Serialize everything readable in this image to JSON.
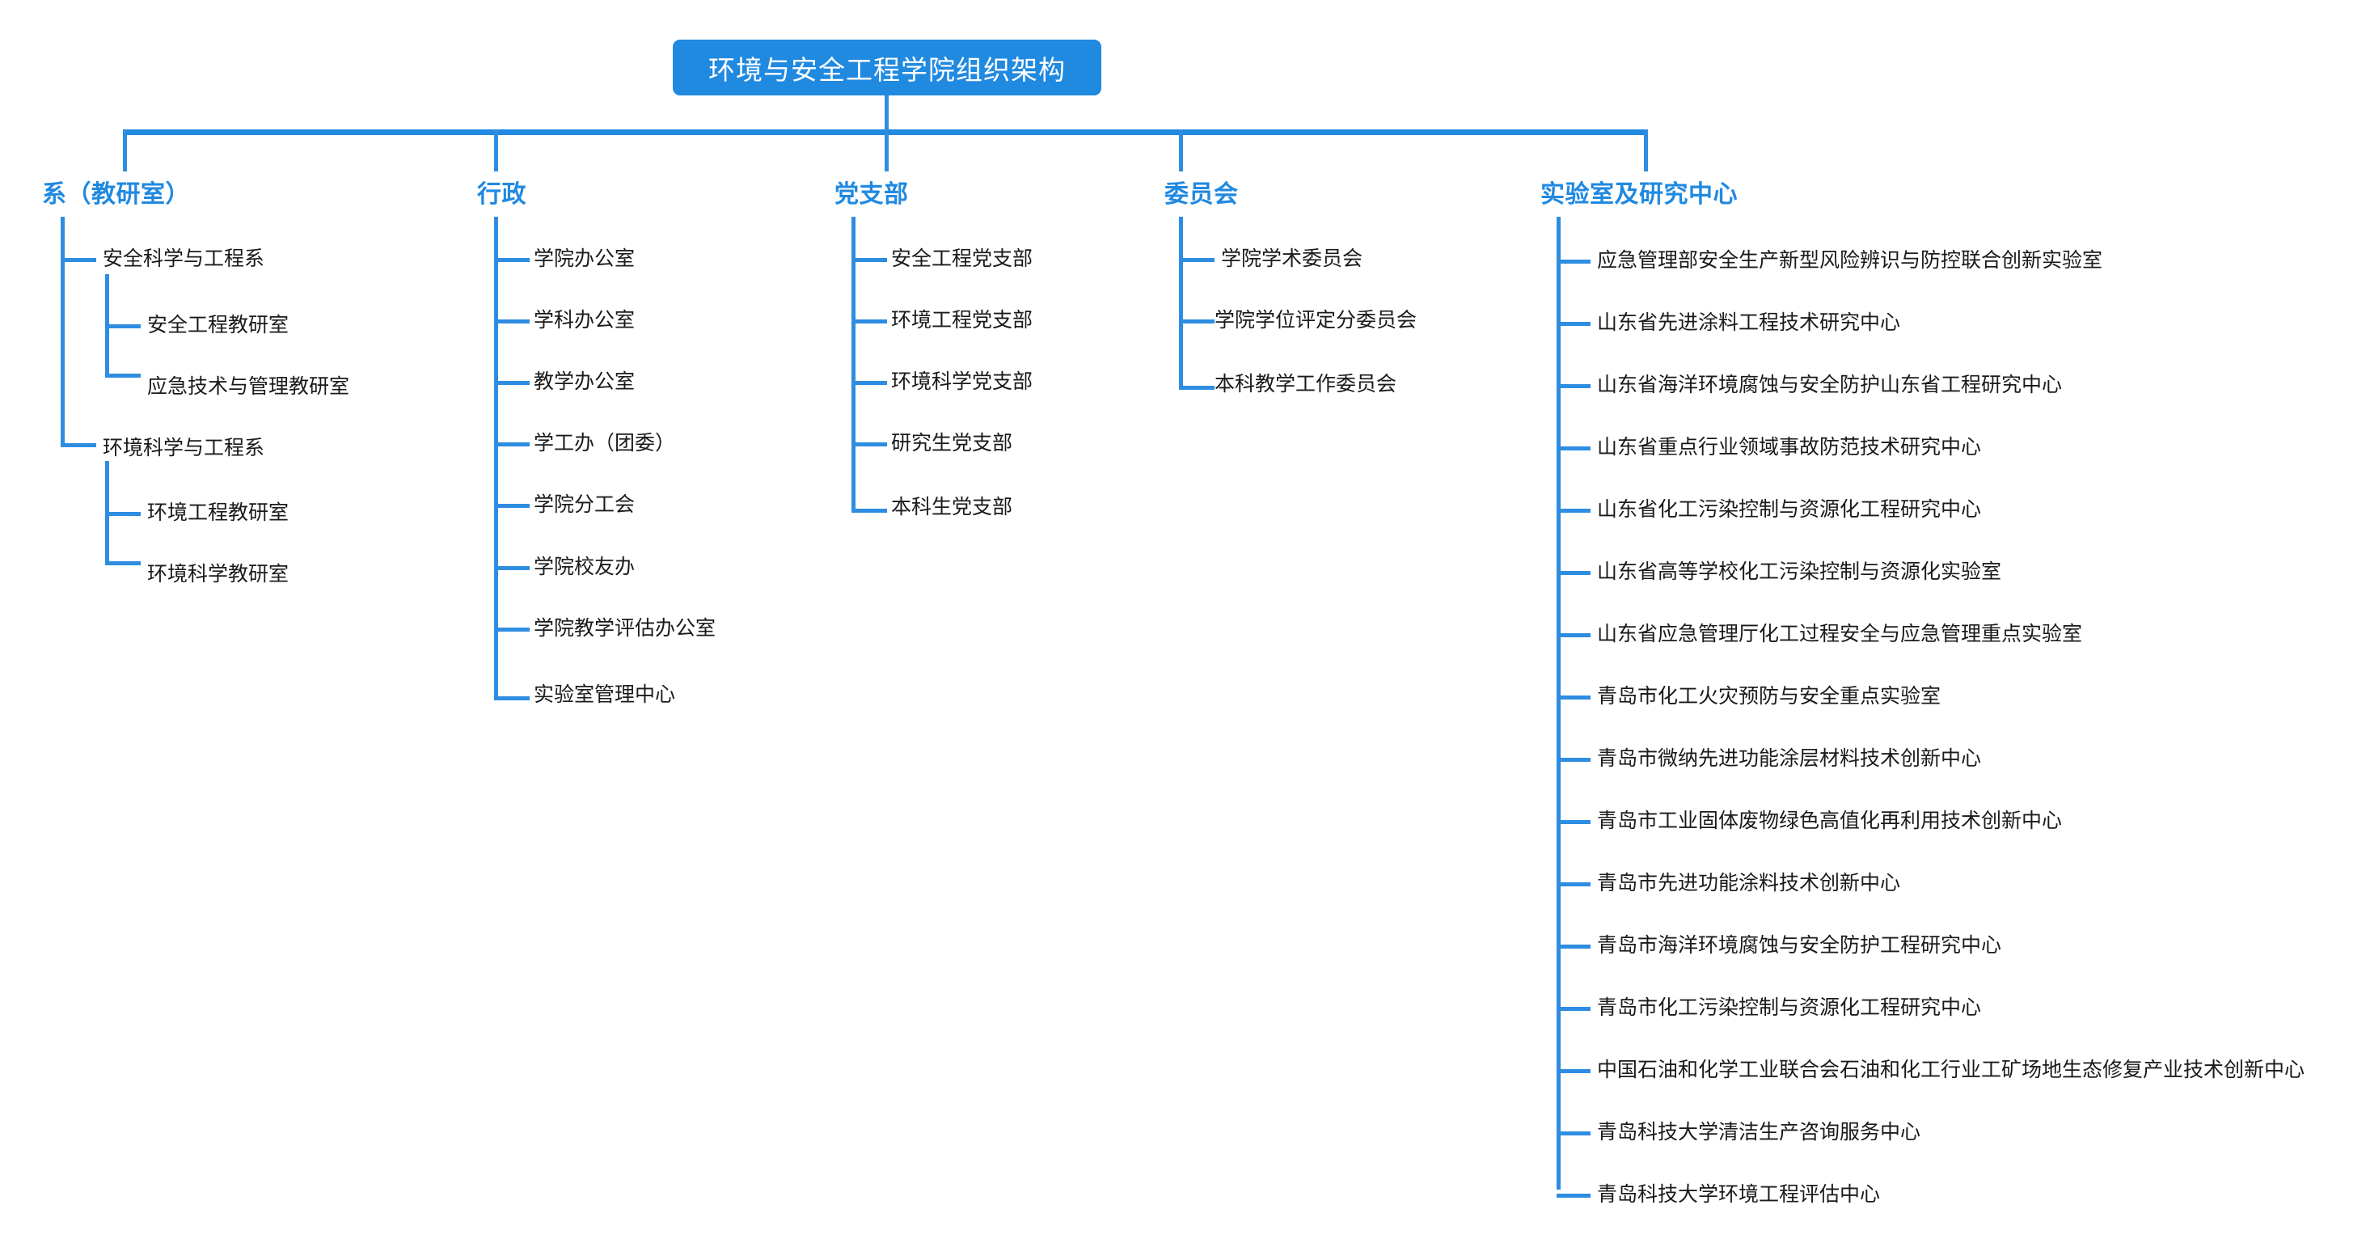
{
  "theme": {
    "accent": "#2089E0",
    "line": "#2E8DE0",
    "header_text": "#2089E0",
    "node_text": "#1a1a1a",
    "title_text": "#ffffff",
    "background": "#ffffff"
  },
  "root": {
    "title": "环境与安全工程学院组织架构"
  },
  "columns": [
    {
      "key": "departments",
      "header": "系（教研室）",
      "items": [
        {
          "label": "安全科学与工程系",
          "children": [
            {
              "label": "安全工程教研室"
            },
            {
              "label": "应急技术与管理教研室"
            }
          ]
        },
        {
          "label": "环境科学与工程系",
          "children": [
            {
              "label": "环境工程教研室"
            },
            {
              "label": "环境科学教研室"
            }
          ]
        }
      ]
    },
    {
      "key": "administration",
      "header": "行政",
      "items": [
        {
          "label": "学院办公室"
        },
        {
          "label": "学科办公室"
        },
        {
          "label": "教学办公室"
        },
        {
          "label": "学工办（团委）"
        },
        {
          "label": "学院分工会"
        },
        {
          "label": "学院校友办"
        },
        {
          "label": "学院教学评估办公室"
        },
        {
          "label": "实验室管理中心"
        }
      ]
    },
    {
      "key": "party-branches",
      "header": "党支部",
      "items": [
        {
          "label": "安全工程党支部"
        },
        {
          "label": "环境工程党支部"
        },
        {
          "label": "环境科学党支部"
        },
        {
          "label": "研究生党支部"
        },
        {
          "label": "本科生党支部"
        }
      ]
    },
    {
      "key": "committees",
      "header": "委员会",
      "items": [
        {
          "label": "学院学术委员会"
        },
        {
          "label": "学院学位评定分委员会"
        },
        {
          "label": "本科教学工作委员会"
        }
      ]
    },
    {
      "key": "labs-and-research-centers",
      "header": "实验室及研究中心",
      "items": [
        {
          "label": "应急管理部安全生产新型风险辨识与防控联合创新实验室"
        },
        {
          "label": "山东省先进涂料工程技术研究中心"
        },
        {
          "label": "山东省海洋环境腐蚀与安全防护山东省工程研究中心"
        },
        {
          "label": "山东省重点行业领域事故防范技术研究中心"
        },
        {
          "label": "山东省化工污染控制与资源化工程研究中心"
        },
        {
          "label": "山东省高等学校化工污染控制与资源化实验室"
        },
        {
          "label": "山东省应急管理厅化工过程安全与应急管理重点实验室"
        },
        {
          "label": "青岛市化工火灾预防与安全重点实验室"
        },
        {
          "label": "青岛市微纳先进功能涂层材料技术创新中心"
        },
        {
          "label": "青岛市工业固体废物绿色高值化再利用技术创新中心"
        },
        {
          "label": "青岛市先进功能涂料技术创新中心"
        },
        {
          "label": "青岛市海洋环境腐蚀与安全防护工程研究中心"
        },
        {
          "label": "青岛市化工污染控制与资源化工程研究中心"
        },
        {
          "label": "中国石油和化学工业联合会石油和化工行业工矿场地生态修复产业技术创新中心"
        },
        {
          "label": "青岛科技大学清洁生产咨询服务中心"
        },
        {
          "label": "青岛科技大学环境工程评估中心"
        }
      ]
    }
  ]
}
